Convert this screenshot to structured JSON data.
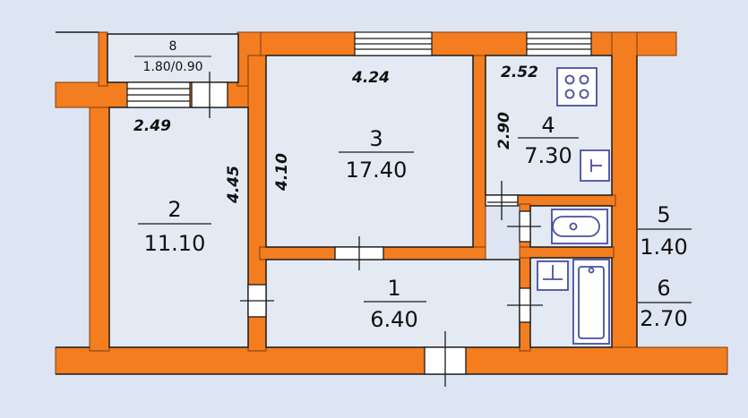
{
  "colors": {
    "wall": "#f47d20",
    "room": "#e3eaf4",
    "background": "#dde5f2",
    "line": "#1a1a1a",
    "fixture": "#4a4f9e"
  },
  "rooms": [
    {
      "number": "1",
      "area": "6.40"
    },
    {
      "number": "2",
      "area": "11.10"
    },
    {
      "number": "3",
      "area": "17.40"
    },
    {
      "number": "4",
      "area": "7.30"
    },
    {
      "number": "5",
      "area": "1.40"
    },
    {
      "number": "6",
      "area": "2.70"
    }
  ],
  "balcony": {
    "number": "8",
    "size": "1.80/0.90"
  },
  "dimensions": {
    "room3_width": "4.24",
    "room3_height": "4.10",
    "room2_width": "2.49",
    "room2_height": "4.45",
    "room4_width": "2.52",
    "room4_height": "2.90"
  },
  "icons": [
    "stove-icon",
    "sink-icon",
    "toilet-icon",
    "bathtub-icon",
    "washbasin-icon"
  ]
}
